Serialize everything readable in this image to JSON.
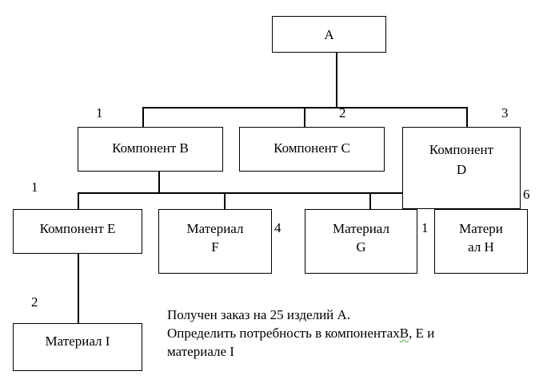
{
  "diagram": {
    "type": "product-structure-tree",
    "nodes": {
      "A": {
        "line1": "A",
        "line2": ""
      },
      "B": {
        "line1": "Компонент B",
        "line2": ""
      },
      "C": {
        "line1": "Компонент C",
        "line2": ""
      },
      "D": {
        "line1": "Компонент",
        "line2": "D"
      },
      "E": {
        "line1": "Компонент E",
        "line2": ""
      },
      "F": {
        "line1": "Материал",
        "line2": "F"
      },
      "G": {
        "line1": "Материал",
        "line2": "G"
      },
      "H": {
        "line1": "Матери",
        "line2": "ал H"
      },
      "I": {
        "line1": "Материал I",
        "line2": ""
      }
    },
    "edges": [
      {
        "from": "A",
        "to": "B",
        "quantity": "1"
      },
      {
        "from": "A",
        "to": "C",
        "quantity": "2"
      },
      {
        "from": "A",
        "to": "D",
        "quantity": "3"
      },
      {
        "from": "B",
        "to": "E",
        "quantity": "1"
      },
      {
        "from": "B",
        "to": "F",
        "quantity": "4"
      },
      {
        "from": "B",
        "to": "G",
        "quantity": "1"
      },
      {
        "from": "B",
        "to": "H",
        "quantity": "6"
      },
      {
        "from": "E",
        "to": "I",
        "quantity": "2"
      }
    ]
  },
  "note": {
    "line1": "Получен заказ на 25 изделий А.",
    "line2_prefix": "Определить потребность в компонентах",
    "line2_flagged": "B",
    "line2_suffix": ", E и",
    "line3": "материале I"
  }
}
